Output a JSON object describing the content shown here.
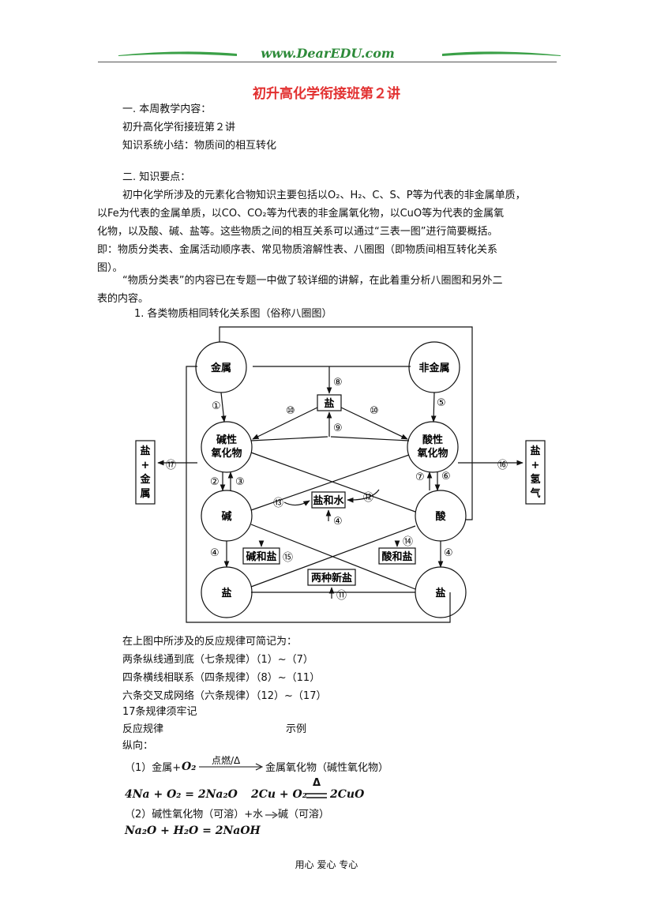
{
  "header": {
    "site": "www.DearEDU.com"
  },
  "title": "初升高化学衔接班第２讲",
  "section1": {
    "heading": "一. 本周教学内容：",
    "line1": "初升高化学衔接班第２讲",
    "line2": "知识系统小结：物质间的相互转化"
  },
  "section2": {
    "heading": "二. 知识要点：",
    "p1_l1": "初中化学所涉及的元素化合物知识主要包括以O₂、H₂、C、S、P等为代表的非金属单质，",
    "p1_l2": "以Fe为代表的金属单质，以CO、CO₂等为代表的非金属氧化物，以CuO等为代表的金属氧",
    "p1_l3": "化物，以及酸、碱、盐等。这些物质之间的相互关系可以通过“三表一图”进行简要概括。",
    "p1_l4": "即：物质分类表、金属活动顺序表、常见物质溶解性表、八圈图（即物质间相互转化关系",
    "p1_l5": "图）。",
    "p2_l1": "“物质分类表”的内容已在专题一中做了较详细的讲解，在此着重分析八圈图和另外二",
    "p2_l2": "表的内容。",
    "item1": "1.  各类物质相同转化关系图（俗称八圈图）"
  },
  "diagram": {
    "metal": "金属",
    "nonmetal": "非金属",
    "salt_top": "盐",
    "basic_oxide_1": "碱性",
    "basic_oxide_2": "氧化物",
    "acidic_oxide_1": "酸性",
    "acidic_oxide_2": "氧化物",
    "base": "碱",
    "acid": "酸",
    "salt_left": "盐",
    "salt_right": "盐",
    "salt_water": "盐和水",
    "base_salt": "碱和盐",
    "acid_salt": "酸和盐",
    "two_new_salts": "两种新盐",
    "left_box": [
      "盐",
      "+",
      "金",
      "属"
    ],
    "right_box": [
      "盐",
      "+",
      "氢",
      "气"
    ],
    "n1": "①",
    "n2": "②",
    "n3": "③",
    "n4": "④",
    "n5": "⑤",
    "n6": "⑥",
    "n7": "⑦",
    "n8": "⑧",
    "n9": "⑨",
    "n10": "⑩",
    "n11": "⑪",
    "n12": "⑫",
    "n13": "⑬",
    "n14": "⑭",
    "n15": "⑮",
    "n16": "⑯",
    "n17": "⑰"
  },
  "rules": {
    "intro": "在上图中所涉及的反应规律可简记为：",
    "r1": "两条纵线通到底（七条规律）（1）~（7）",
    "r2": "四条横线相联系（四条规律）（8）~（11）",
    "r3": "六条交叉成网络（六条规律）（12）~（17）",
    "r4": "17条规律须牢记",
    "col1": "反应规律",
    "col2": "示例",
    "vertical": "纵向：",
    "eq1_a": "（1）金属+",
    "eq1_o2": "O₂",
    "eq1_cond": "点燃/Δ",
    "eq1_b": "金属氧化物（碱性氧化物）",
    "eq1_ex1": "4Na + O₂ = 2Na₂O",
    "eq1_ex2": "2Cu + O₂",
    "eq1_ex2_delta": "Δ",
    "eq1_ex2_r": "2CuO",
    "eq2_a": "（2）碱性氧化物（可溶）+水",
    "eq2_b": "碱（可溶）",
    "eq2_ex": "Na₂O + H₂O = 2NaOH"
  },
  "footer": "用心  爱心  专心"
}
